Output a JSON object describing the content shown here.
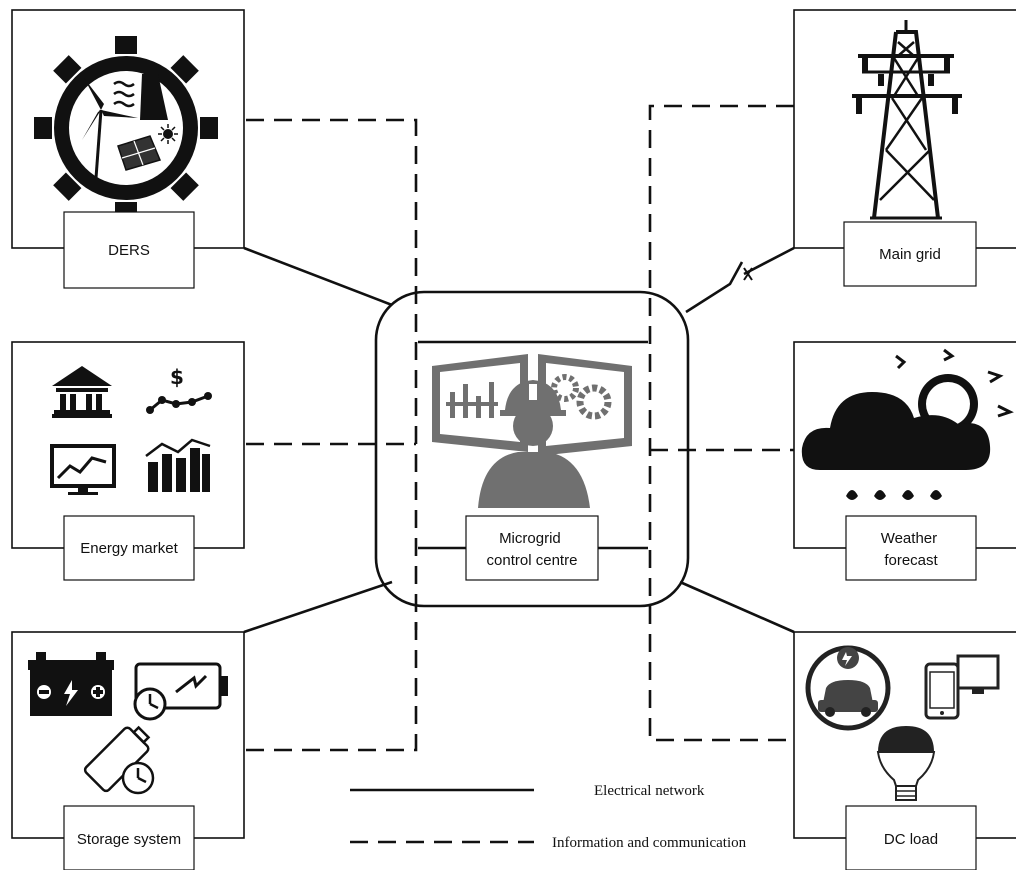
{
  "nodes": {
    "ders": "DERS",
    "main_grid": "Main grid",
    "energy_market": "Energy market",
    "weather_forecast": [
      "Weather",
      "forecast"
    ],
    "storage_system": "Storage system",
    "dc_load": "DC load",
    "control_centre": [
      "Microgrid",
      "control centre"
    ]
  },
  "legend": {
    "electrical": "Electrical network",
    "information": "Information and communication"
  },
  "colors": {
    "line": "#111111",
    "icon_gray": "#6f6f6f",
    "background": "#ffffff"
  },
  "icons": {
    "ders": "renewable-gear-icon",
    "main_grid": "transmission-tower-icon",
    "energy_market": "market-icons",
    "weather_forecast": "storm-cloud-icon",
    "storage_system": "battery-icons",
    "dc_load": "dc-devices-icons",
    "control_centre": "operator-monitors-icon"
  }
}
